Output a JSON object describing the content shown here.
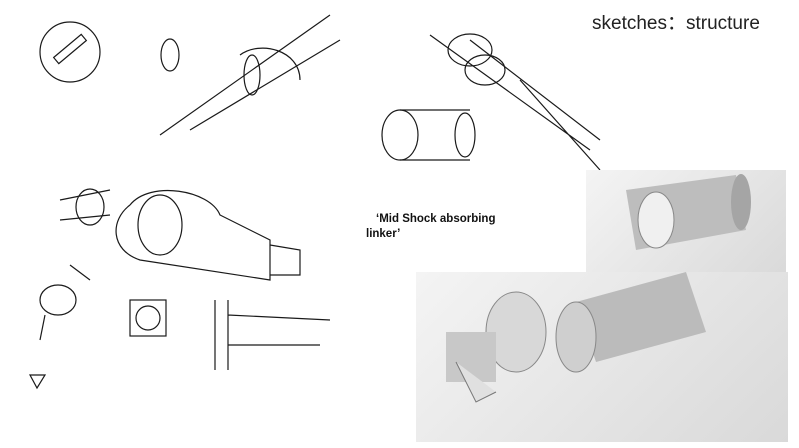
{
  "title": "sketches：structure",
  "caption_line1": "‘Mid Shock absorbing",
  "caption_line2": "linker’",
  "colors": {
    "text": "#222222",
    "sketch": "#1a1a1a",
    "render": "#cfcfcf"
  }
}
